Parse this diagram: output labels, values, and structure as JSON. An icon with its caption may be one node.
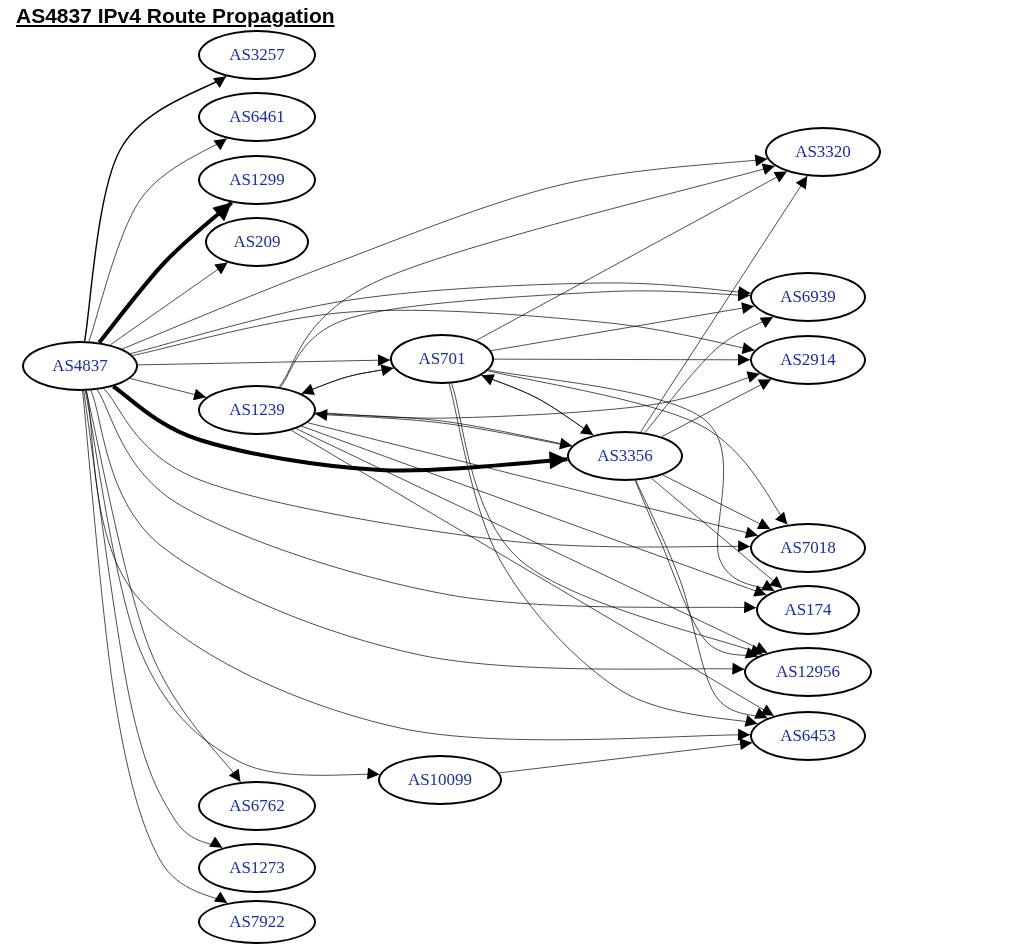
{
  "diagram": {
    "title": "AS4837 IPv4 Route Propagation",
    "nodes": [
      {
        "text": [
          "AS3257"
        ]
      },
      {
        "text": [
          "AS6461"
        ]
      },
      {
        "text": [
          "AS1299"
        ]
      },
      {
        "text": [
          "AS3320"
        ]
      },
      {
        "text": [
          "AS209"
        ]
      },
      {
        "text": [
          "AS6939"
        ]
      },
      {
        "text": [
          "AS4837"
        ]
      },
      {
        "text": [
          "AS701"
        ]
      },
      {
        "text": [
          "AS2914"
        ]
      },
      {
        "text": [
          "AS1239"
        ]
      },
      {
        "text": [
          "AS3356"
        ]
      },
      {
        "text": [
          "AS7018"
        ]
      },
      {
        "text": [
          "AS174"
        ]
      },
      {
        "text": [
          "AS12956"
        ]
      },
      {
        "text": [
          "AS6453"
        ]
      },
      {
        "text": [
          "AS10099"
        ]
      },
      {
        "text": [
          "AS6762"
        ]
      },
      {
        "text": [
          "AS1273"
        ]
      },
      {
        "text": [
          "AS7922"
        ]
      }
    ],
    "edges": [
      {
        "from": 6,
        "to": 0,
        "arrow": "to"
      },
      {
        "from": 6,
        "to": 1,
        "arrow": "to"
      },
      {
        "from": 6,
        "to": 2,
        "arrow": "to",
        "style": "thick"
      },
      {
        "from": 6,
        "to": 4,
        "arrow": "to"
      },
      {
        "from": 6,
        "to": 7,
        "arrow": "to"
      },
      {
        "from": 6,
        "to": 9,
        "arrow": "to"
      },
      {
        "from": 6,
        "to": 10,
        "arrow": "to",
        "style": "thick"
      },
      {
        "from": 6,
        "to": 3,
        "arrow": "to"
      },
      {
        "from": 6,
        "to": 5,
        "arrow": "to"
      },
      {
        "from": 6,
        "to": 8,
        "arrow": "to"
      },
      {
        "from": 6,
        "to": 11,
        "arrow": "to"
      },
      {
        "from": 6,
        "to": 12,
        "arrow": "to"
      },
      {
        "from": 6,
        "to": 13,
        "arrow": "to"
      },
      {
        "from": 6,
        "to": 14,
        "arrow": "to"
      },
      {
        "from": 6,
        "to": 15,
        "arrow": "to"
      },
      {
        "from": 6,
        "to": 16,
        "arrow": "to"
      },
      {
        "from": 6,
        "to": 17,
        "arrow": "to"
      },
      {
        "from": 6,
        "to": 18,
        "arrow": "to"
      },
      {
        "from": 7,
        "to": 3,
        "arrow": "to"
      },
      {
        "from": 7,
        "to": 5,
        "arrow": "to"
      },
      {
        "from": 7,
        "to": 8,
        "arrow": "to"
      },
      {
        "from": 7,
        "to": 11,
        "arrow": "to"
      },
      {
        "from": 7,
        "to": 12,
        "arrow": "to"
      },
      {
        "from": 7,
        "to": 13,
        "arrow": "to"
      },
      {
        "from": 7,
        "to": 14,
        "arrow": "to"
      },
      {
        "from": 9,
        "to": 3,
        "arrow": "to"
      },
      {
        "from": 9,
        "to": 5,
        "arrow": "to"
      },
      {
        "from": 9,
        "to": 8,
        "arrow": "to"
      },
      {
        "from": 9,
        "to": 11,
        "arrow": "to"
      },
      {
        "from": 9,
        "to": 12,
        "arrow": "to"
      },
      {
        "from": 9,
        "to": 13,
        "arrow": "to"
      },
      {
        "from": 9,
        "to": 14,
        "arrow": "to"
      },
      {
        "from": 10,
        "to": 3,
        "arrow": "to"
      },
      {
        "from": 10,
        "to": 5,
        "arrow": "to"
      },
      {
        "from": 10,
        "to": 8,
        "arrow": "to"
      },
      {
        "from": 10,
        "to": 11,
        "arrow": "to"
      },
      {
        "from": 10,
        "to": 12,
        "arrow": "to"
      },
      {
        "from": 10,
        "to": 13,
        "arrow": "to"
      },
      {
        "from": 10,
        "to": 14,
        "arrow": "to"
      },
      {
        "from": 9,
        "to": 7,
        "arrow": "to"
      },
      {
        "from": 7,
        "to": 9,
        "arrow": "to"
      },
      {
        "from": 7,
        "to": 10,
        "arrow": "to"
      },
      {
        "from": 10,
        "to": 7,
        "arrow": "to"
      },
      {
        "from": 10,
        "to": 9,
        "arrow": "to"
      },
      {
        "from": 9,
        "to": 10,
        "arrow": "to"
      },
      {
        "from": 15,
        "to": 14,
        "arrow": "to"
      }
    ]
  }
}
